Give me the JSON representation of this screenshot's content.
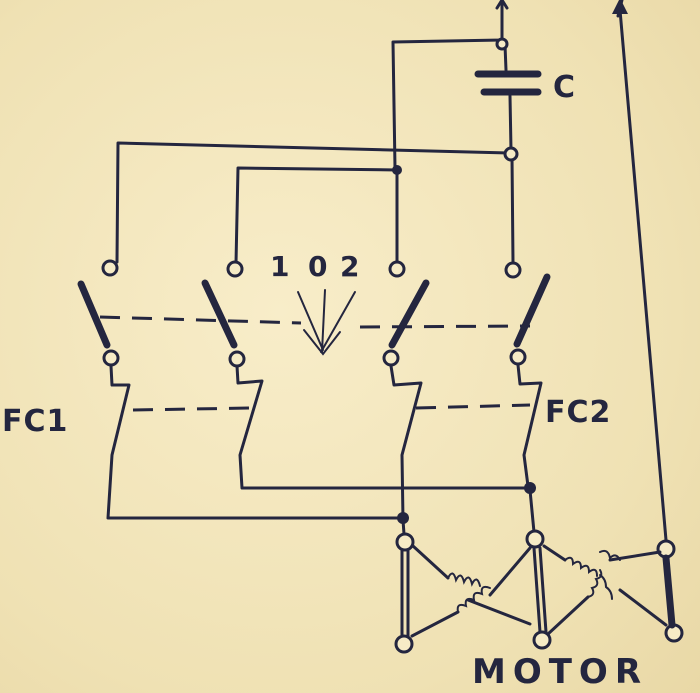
{
  "diagram": {
    "capacitor_label": "C",
    "selector_positions": [
      "1",
      "0",
      "2"
    ],
    "limit_switch_left_label": "FC1",
    "limit_switch_right_label": "FC2",
    "motor_label": "MOTOR",
    "colors": {
      "paper": "#f3e7bd",
      "ink": "#24263f"
    }
  }
}
